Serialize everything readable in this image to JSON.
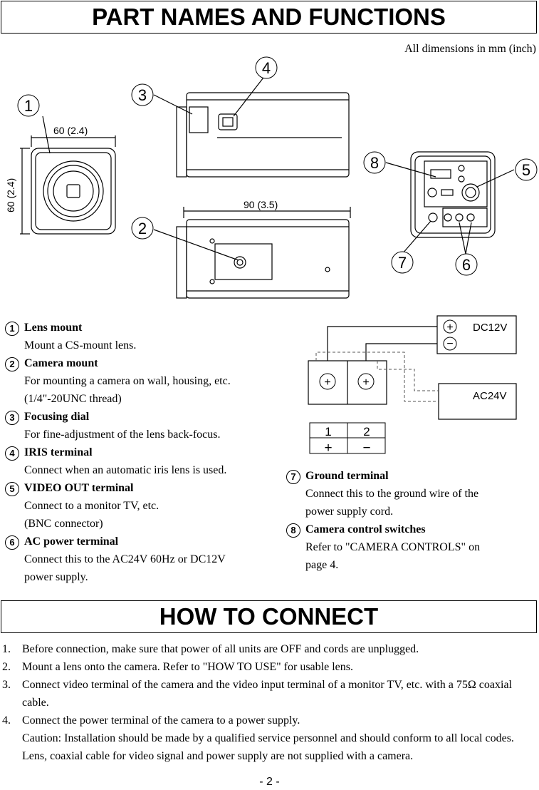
{
  "header": {
    "title": "PART NAMES AND FUNCTIONS",
    "dims_note": "All dimensions in mm (inch)"
  },
  "diagram": {
    "dim_width": "60 (2.4)",
    "dim_height": "60 (2.4)",
    "dim_length": "90 (3.5)",
    "callouts": [
      "1",
      "2",
      "3",
      "4",
      "5",
      "6",
      "7",
      "8"
    ],
    "wiring": {
      "dc_label": "DC12V",
      "ac_label": "AC24V",
      "table_cols": [
        "1",
        "2"
      ],
      "table_signs": [
        "+",
        "−"
      ]
    }
  },
  "parts_left": [
    {
      "num": "1",
      "title": "Lens mount",
      "body": [
        "Mount a CS-mount lens."
      ]
    },
    {
      "num": "2",
      "title": "Camera mount",
      "body": [
        "For mounting a camera on wall, housing, etc.",
        "(1/4\"-20UNC thread)"
      ]
    },
    {
      "num": "3",
      "title": "Focusing dial",
      "body": [
        "For fine-adjustment of the lens back-focus."
      ]
    },
    {
      "num": "4",
      "title": "IRIS terminal",
      "body": [
        "Connect when an automatic iris lens is used."
      ]
    },
    {
      "num": "5",
      "title": "VIDEO OUT terminal",
      "body": [
        "Connect to a monitor TV, etc.",
        "(BNC connector)"
      ]
    },
    {
      "num": "6",
      "title": "AC power terminal",
      "body": [
        "Connect this to the AC24V 60Hz or DC12V",
        "power supply."
      ]
    }
  ],
  "parts_right": [
    {
      "num": "7",
      "title": "Ground terminal",
      "body": [
        "Connect this to the ground wire of the",
        "power supply cord."
      ]
    },
    {
      "num": "8",
      "title": "Camera control switches",
      "body": [
        "Refer to \"CAMERA CONTROLS\" on",
        "page 4."
      ]
    }
  ],
  "connect": {
    "title": "HOW TO CONNECT",
    "steps": [
      {
        "n": "1.",
        "text": "Before connection, make sure that power of all units are OFF and cords are unplugged."
      },
      {
        "n": "2.",
        "text": "Mount a lens onto the camera. Refer to \"HOW TO USE\" for usable lens."
      },
      {
        "n": "3.",
        "text": "Connect video terminal of the camera and the video input terminal of a monitor TV, etc. with a 75Ω coaxial cable."
      },
      {
        "n": "4.",
        "text": "Connect the power terminal of the camera to a power supply."
      }
    ],
    "caution": "Caution: Installation should be made by a qualified service personnel and should conform to all local codes.",
    "note": "Lens, coaxial cable for video signal and power supply are not supplied with a camera."
  },
  "footer": {
    "page": "- 2 -"
  }
}
